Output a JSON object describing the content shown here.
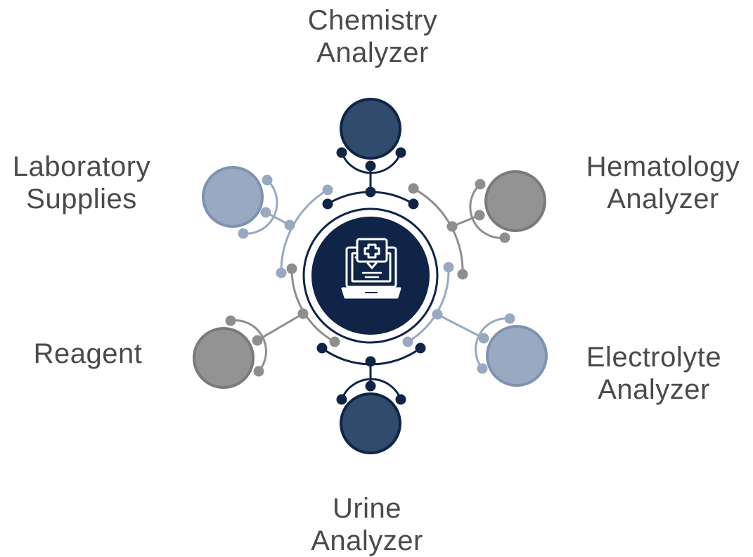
{
  "colors": {
    "navy": "#0f2447",
    "slate": "#304b6b",
    "lightblue": "#98a9c1",
    "gray": "#8e8e8e",
    "icon": "#ffffff"
  },
  "center": {
    "icon": "laptop-medical-icon"
  },
  "nodes": [
    {
      "id": "top",
      "lines": [
        "Chemistry",
        "Analyzer"
      ],
      "color": "slate"
    },
    {
      "id": "tr",
      "lines": [
        "Hematology",
        "Analyzer"
      ],
      "color": "gray"
    },
    {
      "id": "br",
      "lines": [
        "Electrolyte",
        "Analyzer"
      ],
      "color": "lightblue"
    },
    {
      "id": "bottom",
      "lines": [
        "Urine",
        "Analyzer"
      ],
      "color": "slate"
    },
    {
      "id": "bl",
      "lines": [
        "Reagent"
      ],
      "color": "gray"
    },
    {
      "id": "tl",
      "lines": [
        "Laboratory",
        "Supplies"
      ],
      "color": "lightblue"
    }
  ]
}
